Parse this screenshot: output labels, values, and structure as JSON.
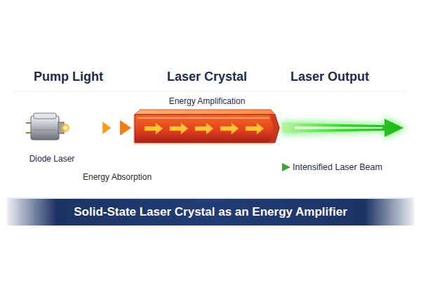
{
  "diagram": {
    "nodes": [
      {
        "text": [
          "Diode Laser"
        ]
      },
      {
        "text": [
          "Laser Crystal",
          "Energy Amplification"
        ]
      },
      {
        "text": [
          "Solid-State Laser Crystal as an Energy Amplifier"
        ]
      }
    ],
    "edges": [
      {
        "from": 0,
        "to": 1,
        "arrow": "to"
      }
    ],
    "labels": [
      "Pump Light",
      "Laser Output",
      "Energy Absorption",
      "Intensified Laser Beam"
    ]
  }
}
